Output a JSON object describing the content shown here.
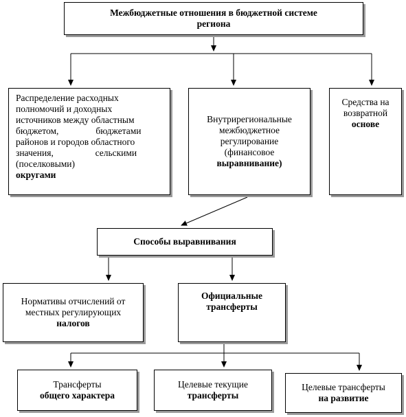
{
  "top": {
    "lines": [
      "Межбюджетные отношения в бюджетной системе",
      "региона"
    ]
  },
  "distribution": {
    "lines": [
      "Распределение расходных",
      "полномочий и доходных",
      "источников между областным",
      "бюджетом,                бюджетами",
      "районов и городов областного",
      "значения,                  сельскими",
      "(поселковыми)",
      "округами"
    ]
  },
  "intraregional": {
    "lines": [
      "Внутрирегиональные",
      "межбюджетное",
      "регулирование",
      "(финансовое",
      "выравнивание)"
    ]
  },
  "returnable": {
    "lines": [
      "Средства на",
      "возвратной",
      "основе"
    ]
  },
  "methods": {
    "label": "Способы выравнивания"
  },
  "norms": {
    "lines": [
      "Нормативы отчислений от",
      "местных регулирующих",
      "налогов"
    ]
  },
  "official": {
    "lines": [
      "Официальные",
      "трансферты"
    ]
  },
  "general": {
    "lines": [
      "Трансферты",
      "общего характера"
    ]
  },
  "target_current": {
    "lines": [
      "Целевые текущие",
      "трансферты"
    ]
  },
  "development": {
    "lines": [
      "Целевые трансферты",
      "на развитие"
    ]
  }
}
